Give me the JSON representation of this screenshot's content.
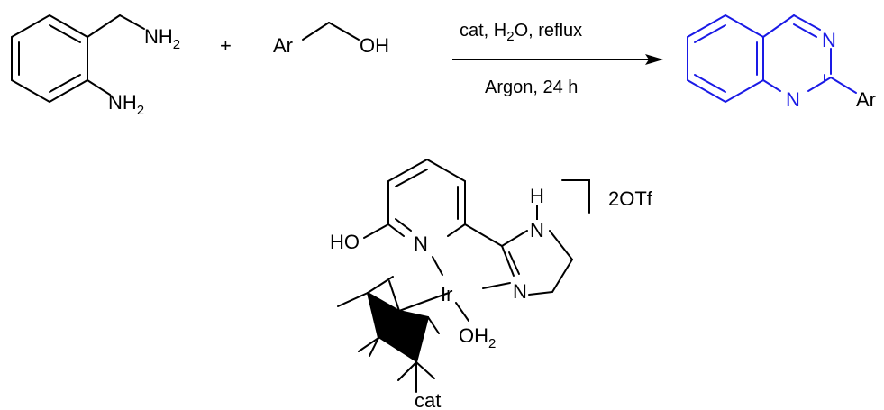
{
  "scheme": {
    "reactant1": {
      "amine1": "NH",
      "amine1_sub": "2",
      "amine2": "NH",
      "amine2_sub": "2"
    },
    "plus": "+",
    "reactant2": {
      "ar": "Ar",
      "oh": "OH"
    },
    "conditions": {
      "above_pre": "cat, H",
      "above_sub": "2",
      "above_post": "O, reflux",
      "below": "Argon, 24 h"
    },
    "product": {
      "n_top": "N",
      "n_bottom": "N",
      "ar": "Ar",
      "color": "#1a1ae6"
    },
    "catalyst": {
      "ho": "HO",
      "n_pyridine": "N",
      "nh_h": "H",
      "nh_n": "N",
      "n_imine": "N",
      "metal": "Ir",
      "oh2": "OH",
      "oh2_sub": "2",
      "counterion": "2OTf",
      "caption": "cat"
    }
  }
}
